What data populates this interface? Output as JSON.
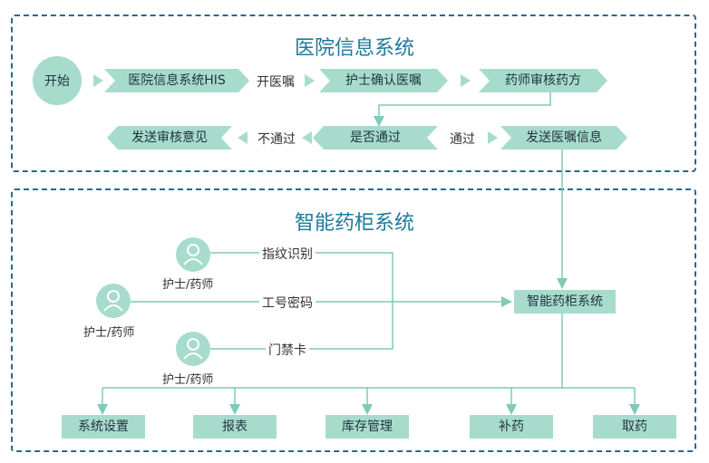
{
  "his": {
    "title": "医院信息系统",
    "start": "开始",
    "steps": [
      "医院信息系统HIS",
      "开医嘱",
      "护士确认医嘱",
      "药师审核药方"
    ],
    "row2": {
      "send_review": "发送审核意见",
      "fail": "不通过",
      "check": "是否通过",
      "pass": "通过",
      "send_order": "发送医嘱信息"
    }
  },
  "cabinet": {
    "title": "智能药柜系统",
    "auth_methods": [
      "指纹识别",
      "工号密码",
      "门禁卡"
    ],
    "roles": [
      "护士/药师",
      "护士/药师",
      "护士/药师"
    ],
    "center": "智能药柜系统",
    "functions": [
      "系统设置",
      "报表",
      "库存管理",
      "补药",
      "取药"
    ]
  },
  "colors": {
    "fill": "#a7dccc",
    "line": "#7fcab8",
    "title": "#1e7a9a",
    "border": "#2a6a8a"
  },
  "icons": [
    "user-icon"
  ]
}
